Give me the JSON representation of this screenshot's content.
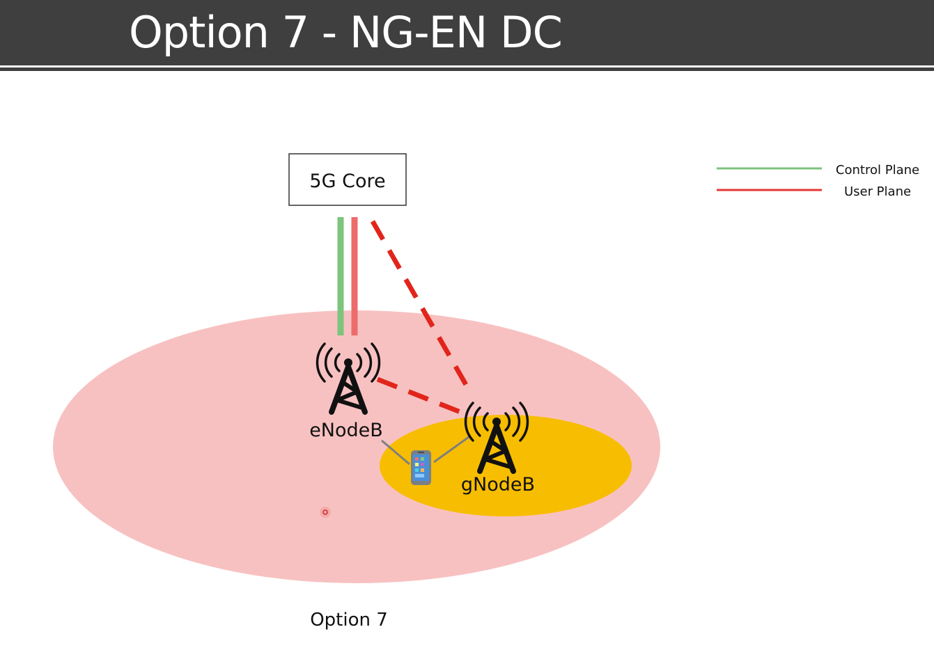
{
  "slide": {
    "title": "Option 7 - NG-EN DC"
  },
  "diagram": {
    "core_label": "5G Core",
    "enodeb_label": "eNodeB",
    "gnodeb_label": "gNodeB",
    "caption": "Option 7"
  },
  "legend": {
    "items": [
      {
        "label": "Control Plane",
        "color": "#7dc47d"
      },
      {
        "label": "User Plane",
        "color": "#e53935"
      }
    ]
  },
  "colors": {
    "title_bar": "#3f3f3f",
    "lte_coverage": "#f8c1c1",
    "nr_coverage": "#f7bd00",
    "control_plane": "#7dc47d",
    "user_plane": "#e53935",
    "user_plane_dashed": "#e1251b"
  }
}
